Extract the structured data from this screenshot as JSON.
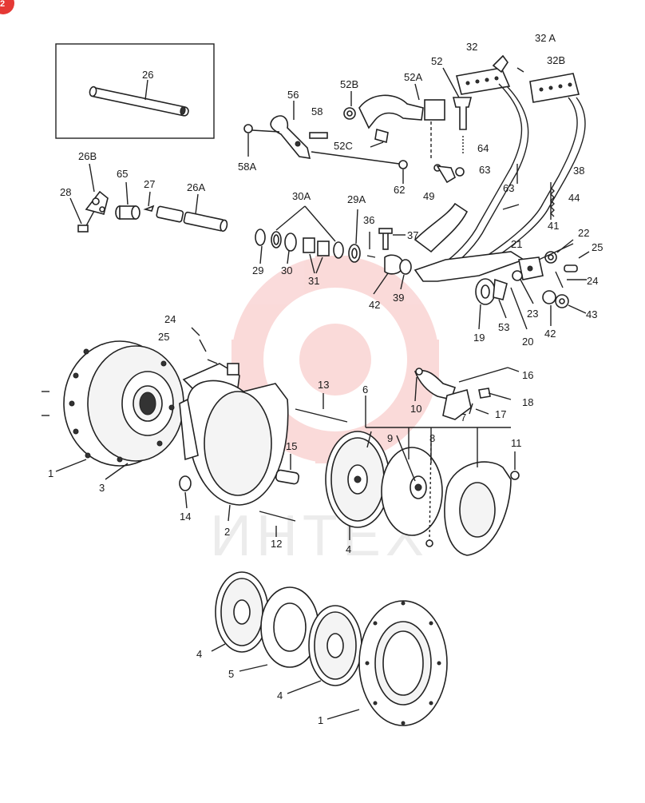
{
  "badge": "2",
  "watermark": "ИНТЕХ",
  "callouts": {
    "c26": "26",
    "c26B": "26B",
    "c65": "65",
    "c27": "27",
    "c26A": "26A",
    "c28": "28",
    "c56": "56",
    "c58": "58",
    "c58A": "58A",
    "c52B": "52B",
    "c52A": "52A",
    "c52": "52",
    "c52C": "52C",
    "c32": "32",
    "c32A": "32 A",
    "c32B": "32B",
    "c64": "64",
    "c63a": "63",
    "c63b": "63",
    "c62": "62",
    "c49": "49",
    "c38": "38",
    "c44": "44",
    "c41": "41",
    "c30A": "30A",
    "c29A": "29A",
    "c29": "29",
    "c30": "30",
    "c31": "31",
    "c36": "36",
    "c37": "37",
    "c42a": "42",
    "c39": "39",
    "c22": "22",
    "c21": "21",
    "c25a": "25",
    "c24a": "24",
    "c23": "23",
    "c43": "43",
    "c42b": "42",
    "c53": "53",
    "c20": "20",
    "c19": "19",
    "c24b": "24",
    "c25b": "25",
    "c1a": "1",
    "c3": "3",
    "c14": "14",
    "c2": "2",
    "c13": "13",
    "c15": "15",
    "c12": "12",
    "c6": "6",
    "c10": "10",
    "c9": "9",
    "c8": "8",
    "c16": "16",
    "c18": "18",
    "c17": "17",
    "c7": "7",
    "c11": "11",
    "c4a": "4",
    "c4b": "4",
    "c5": "5",
    "c4c": "4",
    "c1b": "1"
  },
  "colors": {
    "line": "#222222",
    "watermark": "#e53935",
    "badge": "#e53935"
  }
}
